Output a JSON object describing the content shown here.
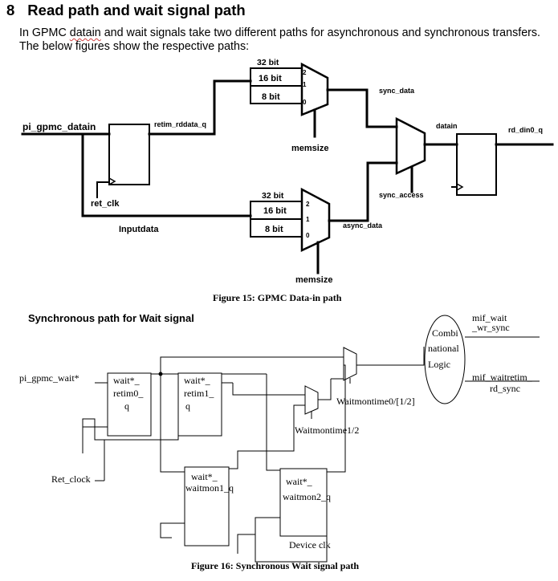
{
  "section": {
    "number": "8",
    "title": "Read path and wait signal path",
    "intro_parts": [
      "In GPMC ",
      "datain",
      " and wait signals take two different paths for asynchronous and synchronous transfers. The below figures show the respective paths:"
    ]
  },
  "figure15": {
    "caption": "Figure 15: GPMC  Data-in path",
    "labels": {
      "pi_gpmc_datain": "pi_gpmc_datain",
      "retim_rddata_q": "retim_rddata_q",
      "ret_clk": "ret_clk",
      "inputdata": "Inputdata",
      "width32_top": "32 bit",
      "width16_top": "16 bit",
      "width8_top": "8 bit",
      "width32_bot": "32 bit",
      "width16_bot": "16 bit",
      "width8_bot": "8 bit",
      "mux_in2_top": "2",
      "mux_in1_top": "1",
      "mux_in0_top": "0",
      "mux_in2_bot": "2",
      "mux_in1_bot": "1",
      "mux_in0_bot": "0",
      "memsize_top": "memsize",
      "memsize_bot": "memsize",
      "sync_data": "sync_data",
      "async_data": "async_data",
      "sync_access": "sync_access",
      "datain": "datain",
      "rd_din0_q": "rd_din0_q"
    }
  },
  "figure16": {
    "title": "Synchronous path for Wait signal",
    "caption": "Figure 16: Synchronous  Wait signal path",
    "labels": {
      "pi_gpmc_wait": "pi_gpmc_wait*",
      "ret_clock": "Ret_clock",
      "retim0_1": "wait*_",
      "retim0_2": "retim0_",
      "retim0_3": "q",
      "retim1_1": "wait*_",
      "retim1_2": "retim1_",
      "retim1_3": "q",
      "waitmon1_1": "wait*_",
      "waitmon1_2": "waitmon1_q",
      "waitmon2_1": "wait*_",
      "waitmon2_2": "waitmon2_q",
      "device_clk": "Device clk",
      "waitmontime0": "Waitmontime0/[1/2]",
      "waitmontime1": "Waitmontime1/2",
      "combi_1": "Combi",
      "combi_2": "national",
      "combi_3": "Logic",
      "mif_wait_1": "mif_wait",
      "mif_wait_2": "_wr_sync",
      "mif_waitretim_1": "mif_waitretim_",
      "mif_waitretim_2": "rd_sync"
    }
  }
}
